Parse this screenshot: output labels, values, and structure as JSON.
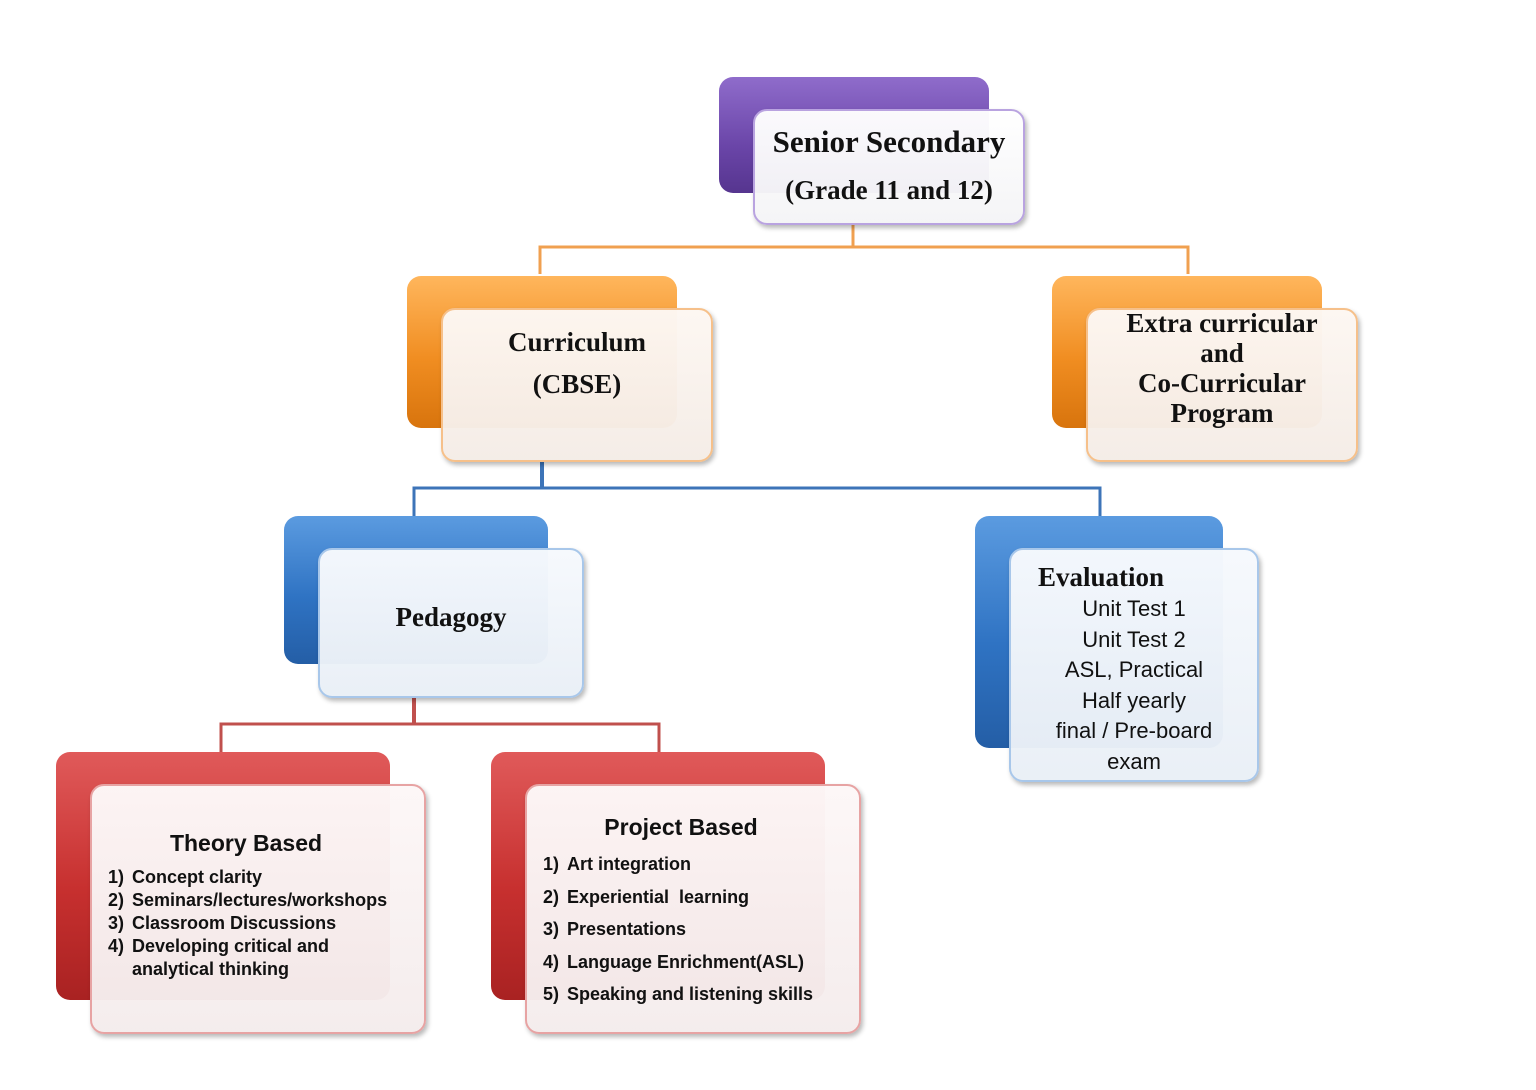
{
  "colors": {
    "purple": "#6a45a8",
    "orange": "#f08d21",
    "blue": "#2f73c3",
    "red": "#c7302f",
    "orange_line": "#f0a050",
    "blue_line": "#3d74b8",
    "red_line": "#c0504d"
  },
  "root": {
    "line1": "Senior Secondary",
    "line2": "(Grade 11 and 12)"
  },
  "curriculum": {
    "line1": "Curriculum",
    "line2": "(CBSE)"
  },
  "extra": {
    "line1": "Extra curricular",
    "line2": "and",
    "line3": "Co-Curricular",
    "line4": "Program"
  },
  "pedagogy": {
    "title": "Pedagogy"
  },
  "evaluation": {
    "title": "Evaluation",
    "items": [
      "Unit Test 1",
      "Unit Test 2",
      "ASL, Practical",
      "Half yearly",
      "final / Pre-board",
      "exam"
    ]
  },
  "theory": {
    "title": "Theory Based",
    "items": [
      {
        "num": "1)",
        "text": "Concept clarity"
      },
      {
        "num": "2)",
        "text": "Seminars/lectures/workshops"
      },
      {
        "num": "3)",
        "text": "Classroom Discussions"
      },
      {
        "num": "4)",
        "text": "Developing critical and analytical thinking"
      }
    ]
  },
  "project": {
    "title": "Project Based",
    "items": [
      {
        "num": "1)",
        "text": "Art integration"
      },
      {
        "num": "2)",
        "text": "Experiential  learning"
      },
      {
        "num": "3)",
        "text": "Presentations"
      },
      {
        "num": "4)",
        "text": "Language Enrichment(ASL)"
      },
      {
        "num": "5)",
        "text": "Speaking and listening skills"
      }
    ]
  }
}
